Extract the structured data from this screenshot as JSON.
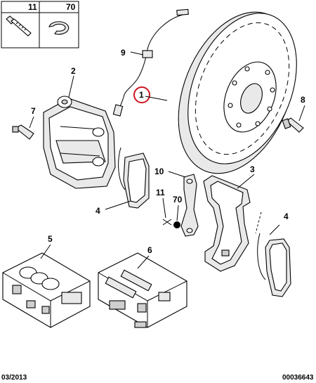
{
  "callouts": {
    "c1": "1",
    "c2": "2",
    "c3": "3",
    "c4a": "4",
    "c4b": "4",
    "c5": "5",
    "c6": "6",
    "c7": "7",
    "c8": "8",
    "c9": "9",
    "c10": "10",
    "c11": "11",
    "c70": "70"
  },
  "header_boxes": {
    "box11": "11",
    "box70": "70"
  },
  "footer": {
    "date": "03/2013",
    "ref": "00036643"
  },
  "colors": {
    "highlight": "#d0141e",
    "line": "#000000"
  }
}
